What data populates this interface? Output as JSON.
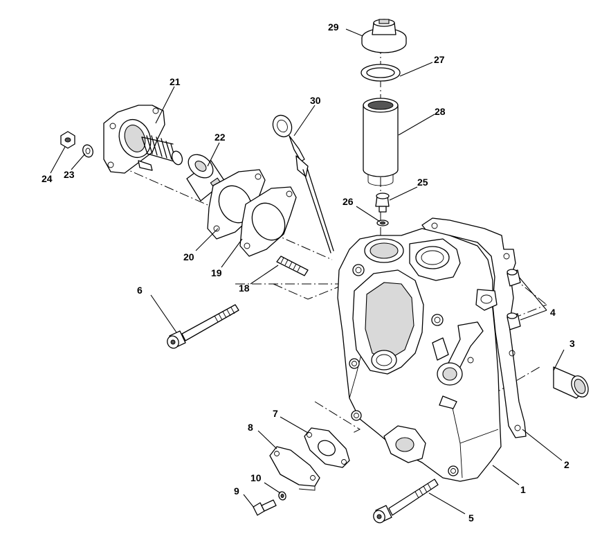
{
  "callouts": [
    {
      "id": "1",
      "label": "1"
    },
    {
      "id": "2",
      "label": "2"
    },
    {
      "id": "3",
      "label": "3"
    },
    {
      "id": "4",
      "label": "4"
    },
    {
      "id": "5",
      "label": "5"
    },
    {
      "id": "6",
      "label": "6"
    },
    {
      "id": "7",
      "label": "7"
    },
    {
      "id": "8",
      "label": "8"
    },
    {
      "id": "9",
      "label": "9"
    },
    {
      "id": "10",
      "label": "10"
    },
    {
      "id": "18",
      "label": "18"
    },
    {
      "id": "19",
      "label": "19"
    },
    {
      "id": "20",
      "label": "20"
    },
    {
      "id": "21",
      "label": "21"
    },
    {
      "id": "22",
      "label": "22"
    },
    {
      "id": "23",
      "label": "23"
    },
    {
      "id": "24",
      "label": "24"
    },
    {
      "id": "25",
      "label": "25"
    },
    {
      "id": "26",
      "label": "26"
    },
    {
      "id": "27",
      "label": "27"
    },
    {
      "id": "28",
      "label": "28"
    },
    {
      "id": "29",
      "label": "29"
    },
    {
      "id": "30",
      "label": "30"
    }
  ]
}
